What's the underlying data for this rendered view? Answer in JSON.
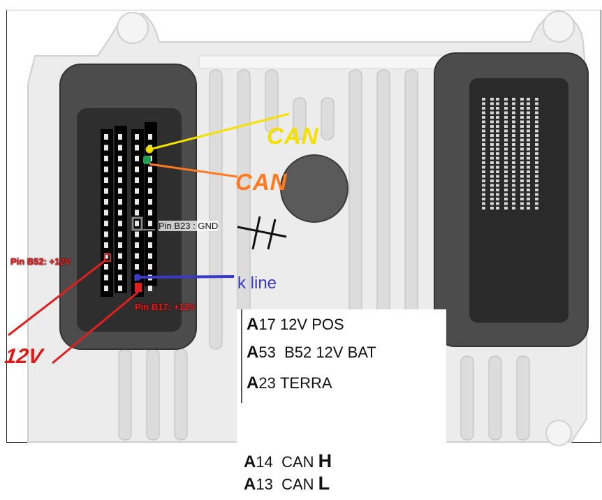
{
  "annotations": {
    "can_high_label": "CAN",
    "can_low_label": "CAN",
    "gnd_pin_label": "Pin B23 : GND",
    "b52_pin_label": "Pin B52: +12V",
    "b17_pin_label": "Pin B17: +12V",
    "kline_label": "k line",
    "power_label": "12V"
  },
  "legend": {
    "rows": [
      {
        "prefix": "A",
        "pin": "17",
        "text": "12V POS"
      },
      {
        "prefix": "A",
        "pin": "53",
        "text": "B52 12V BAT"
      },
      {
        "prefix": "A",
        "pin": "23",
        "text": "TERRA"
      }
    ]
  },
  "can_pins": [
    {
      "prefix": "A",
      "pin": "14",
      "text": "CAN",
      "suffix": "H"
    },
    {
      "prefix": "A",
      "pin": "13",
      "text": "CAN",
      "suffix": "L"
    }
  ],
  "colors": {
    "can_high": "#f5e000",
    "can_low": "#ff7a1e",
    "power": "#e02020",
    "kline": "#3a3ac8",
    "gnd": "#888888",
    "ecu_housing": "#e9e9e9",
    "connector": "#4a4a4a"
  }
}
